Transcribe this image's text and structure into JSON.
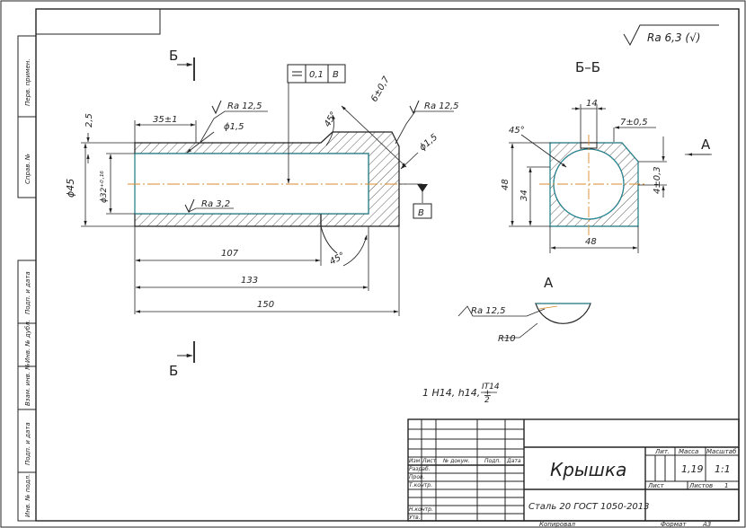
{
  "drawing": {
    "title": "Крышка",
    "material": "Сталь 20  ГОСТ 1050-2013",
    "footer_copy": "Копировал",
    "footer_format": "Формат",
    "footer_size": "А3",
    "roughness_general": "Ra 6,3 (√)"
  },
  "sections": {
    "cut_letter": "Б",
    "section_title": "Б–Б",
    "view_letter": "А",
    "view_title": "А"
  },
  "left_margin": {
    "cells": [
      "Перв. примен.",
      "Справ. №",
      "Подп. и дата",
      "Инв. № дубл.",
      "Взам. инв. №",
      "Подп. и дата",
      "Инв. № подл."
    ]
  },
  "main_view": {
    "dims": {
      "d45": "ϕ45",
      "d32": "ϕ32⁺⁰·¹⁶",
      "t25": "2,5",
      "l35": "35±1",
      "l107": "107",
      "l133": "133",
      "l150": "150",
      "c15a": "ϕ1,5",
      "c15b": "ϕ1,5",
      "a45a": "45°",
      "a45b": "45°",
      "chamfer": "6±0,7"
    },
    "roughness": [
      "Ra 12,5",
      "Ra 12,5",
      "Ra 3,2"
    ],
    "tolerance": {
      "value": "0,1",
      "datum": "В"
    },
    "datum_label": "В"
  },
  "section_view": {
    "dims": {
      "w14": "14",
      "w7": "7±0,5",
      "a45": "45°",
      "h48": "48",
      "h34": "34",
      "h4": "4±0,3",
      "w48": "48"
    }
  },
  "view_a": {
    "roughness": "Ra 12,5",
    "radius": "R10"
  },
  "notes": {
    "tolerance_note": "1 H14, h14, ±",
    "frac_num": "IT14",
    "frac_den": "2"
  },
  "title_block": {
    "head_cols": [
      "Изм",
      "Лист",
      "№ докум.",
      "Подп.",
      "Дата"
    ],
    "roles": [
      "Разраб.",
      "Пров.",
      "Т.контр.",
      "",
      "Н.контр.",
      "Утв."
    ],
    "lit_label": "Лит.",
    "mass_label": "Масса",
    "scale_label": "Масштаб",
    "mass_value": "1,19",
    "scale_value": "1:1",
    "sheet_label": "Лист",
    "sheets_label": "Листов",
    "sheets_value": "1"
  }
}
